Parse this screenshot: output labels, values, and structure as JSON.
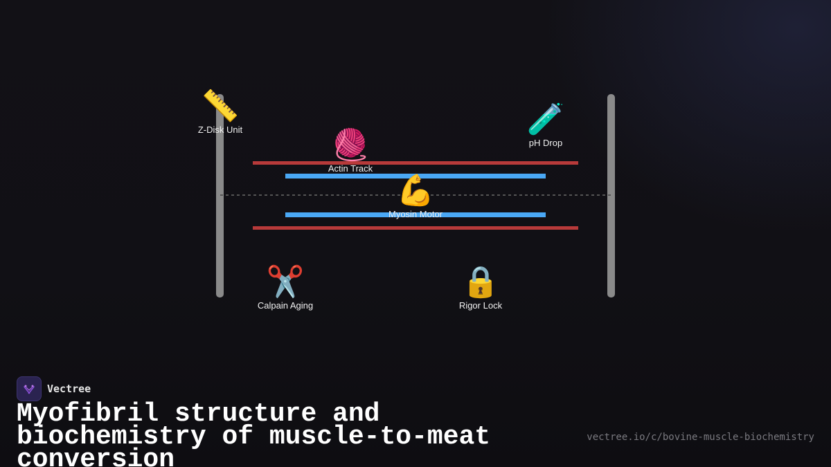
{
  "diagram": {
    "nodes": [
      {
        "id": "z-disk",
        "label": "Z-Disk Unit",
        "icon": "ruler-icon",
        "glyph": "📏"
      },
      {
        "id": "actin",
        "label": "Actin Track",
        "icon": "yarn-icon",
        "glyph": "🧶"
      },
      {
        "id": "myosin",
        "label": "Myosin Motor",
        "icon": "flexed-bicep-icon",
        "glyph": "💪"
      },
      {
        "id": "ph",
        "label": "pH Drop",
        "icon": "test-tube-icon",
        "glyph": "🧪"
      },
      {
        "id": "calpain",
        "label": "Calpain Aging",
        "icon": "scissors-icon",
        "glyph": "✂️"
      },
      {
        "id": "rigor",
        "label": "Rigor Lock",
        "icon": "lock-icon",
        "glyph": "🔒"
      }
    ],
    "colors": {
      "z_disk": "#8a8a8a",
      "actin": "#b83a3a",
      "myosin": "#4aa8f5",
      "m_line": "#555555"
    }
  },
  "brand": {
    "name": "Vectree",
    "logo_icon": "vectree-logo-icon"
  },
  "footer": {
    "title": "Myofibril structure and biochemistry of muscle-to-meat conversion",
    "url": "vectree.io/c/bovine-muscle-biochemistry"
  }
}
